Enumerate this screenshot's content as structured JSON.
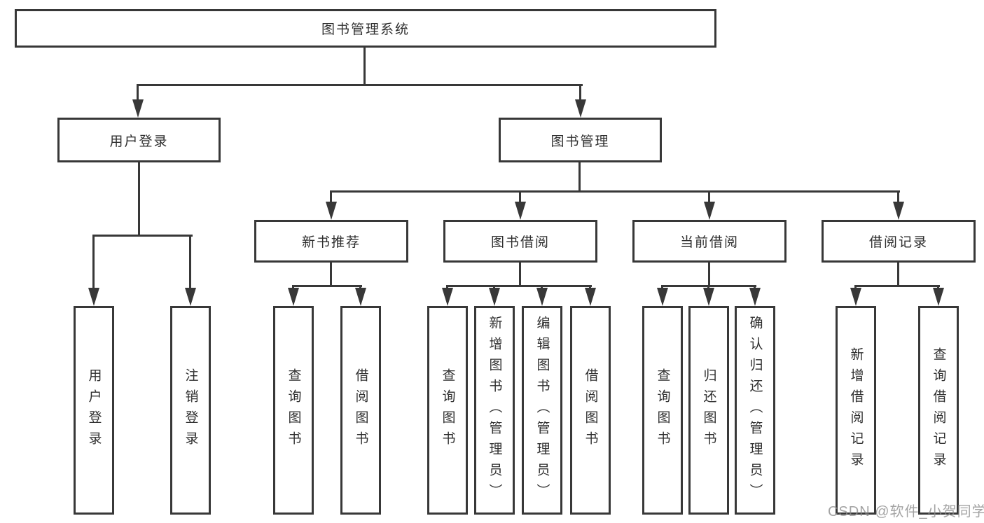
{
  "diagram": {
    "root": "图书管理系统",
    "branches": [
      {
        "label": "用户登录",
        "children": [
          "用户登录",
          "注销登录"
        ]
      },
      {
        "label": "图书管理",
        "sections": [
          {
            "label": "新书推荐",
            "children": [
              "查询图书",
              "借阅图书"
            ]
          },
          {
            "label": "图书借阅",
            "children": [
              "查询图书",
              "新增图书（管理员）",
              "编辑图书（管理员）",
              "借阅图书"
            ]
          },
          {
            "label": "当前借阅",
            "children": [
              "查询图书",
              "归还图书",
              "确认归还（管理员）"
            ]
          },
          {
            "label": "借阅记录",
            "children": [
              "新增借阅记录",
              "查询借阅记录"
            ]
          }
        ]
      }
    ]
  },
  "watermark": "CSDN @软件_小贺同学",
  "colors": {
    "line": "#383838",
    "text": "#2f2f2f",
    "background": "#ffffff",
    "watermark": "#8c8c8c"
  }
}
